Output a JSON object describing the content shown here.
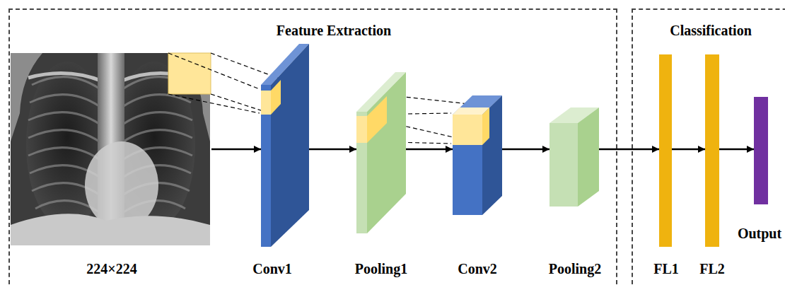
{
  "diagram": {
    "nodes": [
      {
        "text": [
          "Feature Extraction"
        ]
      },
      {
        "text": [
          "224×224"
        ],
        "in": 0
      },
      {
        "text": [
          "Conv1"
        ],
        "in": 0
      },
      {
        "text": [
          "Pooling1"
        ],
        "in": 0
      },
      {
        "text": [
          "Conv2"
        ],
        "in": 0
      },
      {
        "text": [
          "Pooling2"
        ],
        "in": 0
      },
      {
        "text": [
          "Classification"
        ]
      },
      {
        "text": [
          "FL1"
        ],
        "in": 6
      },
      {
        "text": [
          "FL2"
        ],
        "in": 6
      },
      {
        "text": [
          "Output"
        ],
        "in": 6
      }
    ],
    "edges": [
      {
        "from": 1,
        "to": 2,
        "arrow": "to"
      },
      {
        "from": 2,
        "to": 3,
        "arrow": "to"
      },
      {
        "from": 3,
        "to": 4,
        "arrow": "to"
      },
      {
        "from": 4,
        "to": 5,
        "arrow": "to"
      },
      {
        "from": 5,
        "to": 7,
        "arrow": "to"
      },
      {
        "from": 7,
        "to": 8,
        "arrow": "to"
      },
      {
        "from": 8,
        "to": 9,
        "arrow": "to"
      }
    ]
  }
}
